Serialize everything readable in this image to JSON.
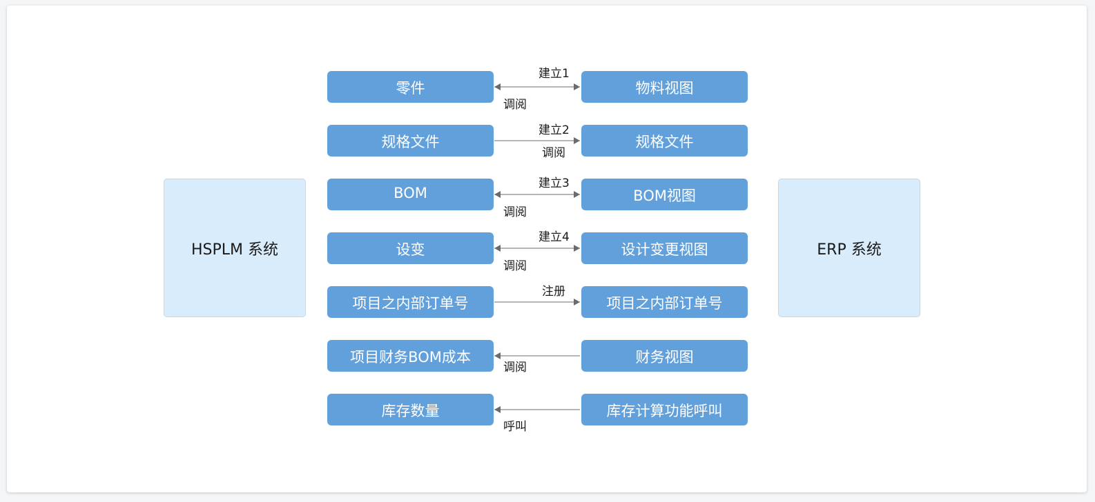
{
  "colors": {
    "background": "#f4f5f7",
    "canvas": "#ffffff",
    "system_box_fill": "#d9ecfb",
    "node_fill": "#62a0dc",
    "node_text": "#ffffff",
    "arrow": "#6b6b6b"
  },
  "systems": {
    "left": "HSPLM 系统",
    "right": "ERP 系统"
  },
  "rows": [
    {
      "left": "零件",
      "right": "物料视图",
      "top_label": "建立1",
      "bottom_label": "调阅",
      "direction": "both"
    },
    {
      "left": "规格文件",
      "right": "规格文件",
      "top_label": "建立2",
      "bottom_label": "调阅",
      "direction": "right"
    },
    {
      "left": "BOM",
      "right": "BOM视图",
      "top_label": "建立3",
      "bottom_label": "调阅",
      "direction": "both"
    },
    {
      "left": "设变",
      "right": "设计变更视图",
      "top_label": "建立4",
      "bottom_label": "调阅",
      "direction": "both"
    },
    {
      "left": "项目之内部订单号",
      "right": "项目之内部订单号",
      "top_label": "注册",
      "bottom_label": "",
      "direction": "right"
    },
    {
      "left": "项目财务BOM成本",
      "right": "财务视图",
      "top_label": "",
      "bottom_label": "调阅",
      "direction": "left"
    },
    {
      "left": "库存数量",
      "right": "库存计算功能呼叫",
      "top_label": "",
      "bottom_label": "呼叫",
      "direction": "left"
    }
  ]
}
